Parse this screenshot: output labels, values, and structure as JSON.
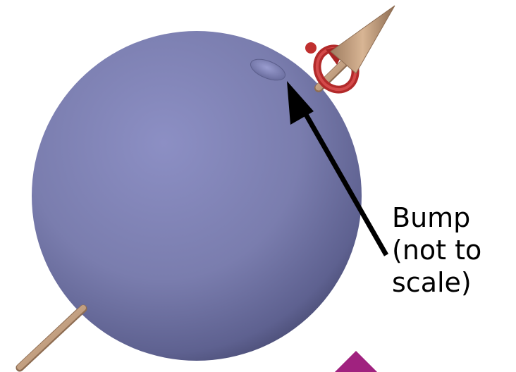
{
  "annotation": {
    "lines": [
      "Bump",
      "(not to",
      "scale)"
    ]
  },
  "colors": {
    "sphere": "#7f82b4",
    "axis_rod": "#c9a789",
    "rotation_arrow": "#b22a2a",
    "pointer_arrow": "#000000",
    "marker": "#a0227f"
  },
  "icons": {
    "rotation": "circular-rotation-arrow-icon",
    "marker": "magenta-diamond-icon"
  }
}
